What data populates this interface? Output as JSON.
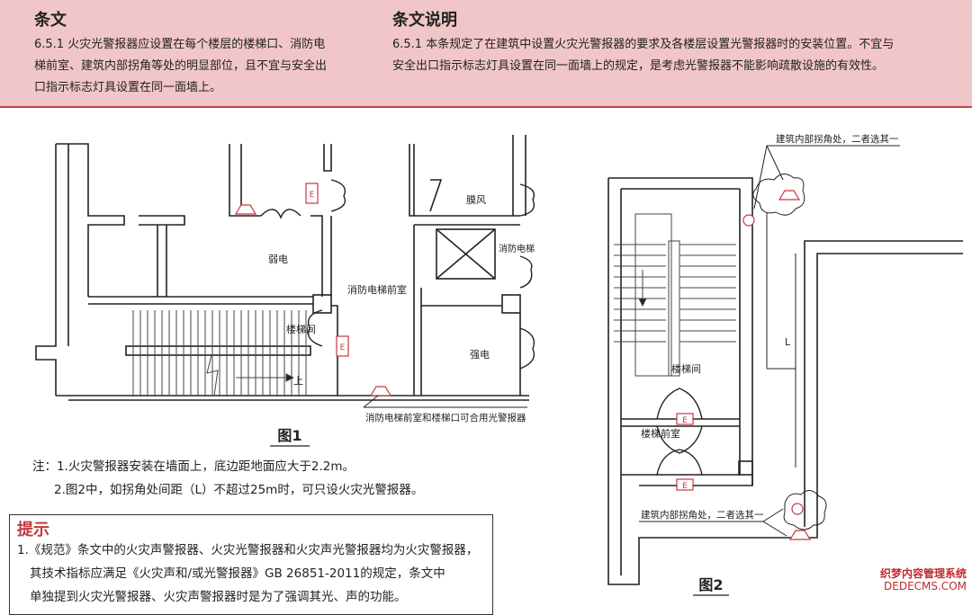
{
  "header": {
    "left_title": "条文",
    "left_lines": [
      "6.5.1  火灾光警报器应设置在每个楼层的楼梯口、消防电",
      "梯前室、建筑内部拐角等处的明显部位，且不宜与安全出",
      "口指示标志灯具设置在同一面墙上。"
    ],
    "right_title": "条文说明",
    "right_lines": [
      "6.5.1  本条规定了在建筑中设置火灾光警报器的要求及各楼层设置光警报器时的安装位置。不宜与",
      "安全出口指示标志灯具设置在同一面墙上的规定，是考虑光警报器不能影响疏散设施的有效性。"
    ]
  },
  "figure1": {
    "caption": "图1",
    "labels": {
      "weak_power": "弱电",
      "fire_lobby": "消防电梯前室",
      "stairwell": "楼梯间",
      "pressurize": "膜风",
      "fire_elevator": "消防电梯",
      "strong_power": "强电",
      "up": "上",
      "annotation": "消防电梯前室和楼梯口可合用光警报器"
    },
    "exit_sign": "E"
  },
  "figure2": {
    "caption": "图2",
    "labels": {
      "corner_top": "建筑内部拐角处，二者选其一",
      "corner_bottom": "建筑内部拐角处，二者选其一",
      "stairwell": "楼梯间",
      "stair_lobby": "楼梯前室",
      "distance": "L"
    },
    "exit_sign": "E"
  },
  "notes": [
    "注：1.火灾警报器安装在墙面上，底边距地面应大于2.2m。",
    "2.图2中，如拐角处间距（L）不超过25m时，可只设火灾光警报器。"
  ],
  "tip": {
    "title": "提示",
    "lines": [
      "1.《规范》条文中的火灾声警报器、火灾光警报器和火灾声光警报器均为火灾警报器，",
      "其技术指标应满足《火灾声和/或光警报器》GB 26851-2011的规定，条文中",
      "单独提到火灾光警报器、火灾声警报器时是为了强调其光、声的功能。"
    ]
  },
  "watermark": {
    "line1": "织梦内容管理系统",
    "line2": "DEDECMS.COM"
  },
  "colors": {
    "header_bg": "#f1c6c8",
    "header_border": "#b8474f",
    "alarm_red": "#c0393f",
    "line": "#222222"
  }
}
